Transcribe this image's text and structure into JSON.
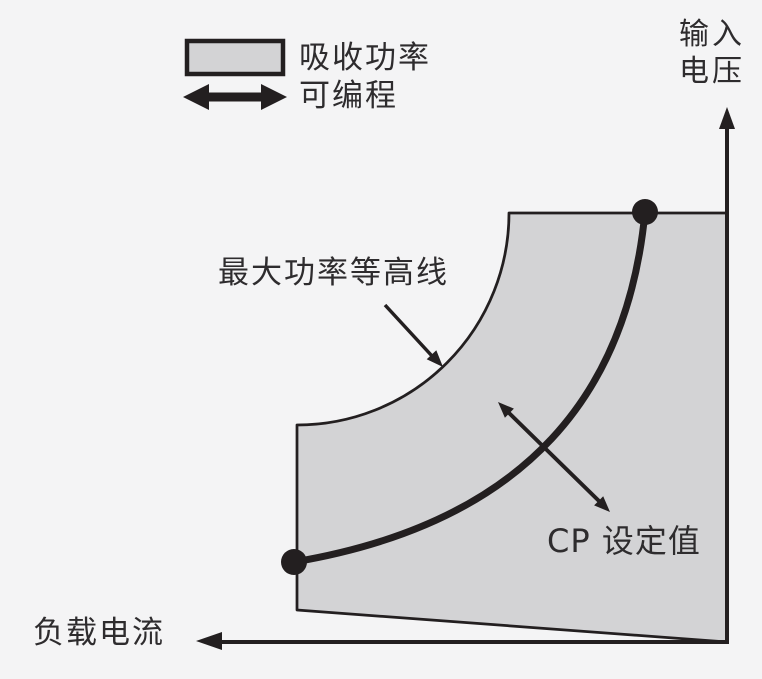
{
  "figure": {
    "legend": {
      "swatch_icon": "gray-filled-rectangle",
      "arrow_icon": "double-headed-horizontal-arrow",
      "label_line1": "吸收功率",
      "label_line2": "可编程"
    },
    "y_axis": {
      "arrow_icon": "up-arrow",
      "label_line1": "输入",
      "label_line2": "电压"
    },
    "x_axis": {
      "arrow_icon": "left-arrow",
      "label": "负载电流"
    },
    "annotations": {
      "contour_label": "最大功率等高线",
      "contour_pointer_icon": "down-right-arrow",
      "cp_label": "CP 设定值",
      "cp_arrow_icon": "double-headed-diagonal-arrow"
    },
    "markers": {
      "endpoint_icon": "filled-circle"
    },
    "colors": {
      "background": "#f4f4f5",
      "region_fill": "#d3d3d5",
      "ink": "#231f20",
      "text": "#2e2c2e"
    }
  }
}
